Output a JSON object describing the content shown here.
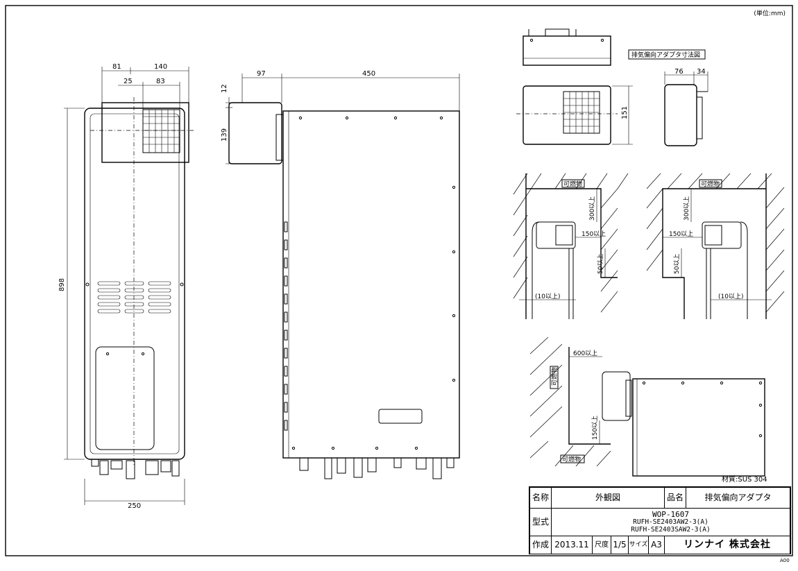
{
  "unit_note": "(単位:mm)",
  "adapter_label": "排気偏向アダプタ寸法図",
  "material": "材質:SUS 304",
  "sheet_code": "A00",
  "front_view": {
    "dim_top_left": "81",
    "dim_top_right": "140",
    "dim_25": "25",
    "dim_83": "83",
    "dim_height": "898",
    "dim_width": "250"
  },
  "side_view": {
    "dim_97": "97",
    "dim_450": "450",
    "dim_12": "12",
    "dim_139": "139"
  },
  "adapter_view": {
    "dim_76": "76",
    "dim_34": "34",
    "dim_151": "151"
  },
  "install_left": {
    "combustible": "可燃物",
    "dim_300": "300以上",
    "dim_150": "150以上",
    "dim_50": "50以上",
    "dim_10": "(10以上)"
  },
  "install_right": {
    "combustible": "可燃物",
    "dim_300": "300以上",
    "dim_150": "150以上",
    "dim_50": "50以上",
    "dim_10": "(10以上)"
  },
  "install_bottom": {
    "combustible_side": "可燃物",
    "combustible_bottom": "可燃物",
    "dim_600": "600以上",
    "dim_150": "150以上"
  },
  "title_block": {
    "name_label": "名称",
    "name_value": "外観図",
    "item_label": "品名",
    "item_value": "排気偏向アダプタ",
    "model_label": "型式",
    "model_code": "WOP-1607",
    "model_line1": "RUFH-SE2403AW2-3(A)",
    "model_line2": "RUFH-SE2403SAW2-3(A)",
    "created_label": "作成",
    "created_value": "2013.11",
    "scale_label": "尺度",
    "scale_value": "1/5",
    "size_label": "サイズ",
    "size_value": "A3",
    "company": "リンナイ 株式会社"
  }
}
